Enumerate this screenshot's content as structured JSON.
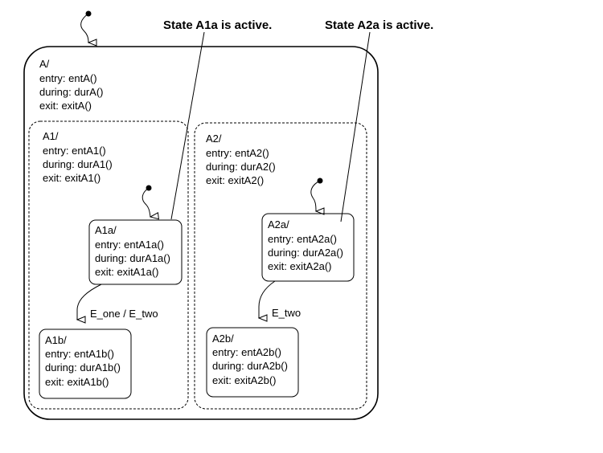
{
  "annotations": {
    "a1a_active": "State A1a is active.",
    "a2a_active": "State A2a is active."
  },
  "states": {
    "A": {
      "name": "A/",
      "entry": "entry: entA()",
      "during": "during: durA()",
      "exit": "exit: exitA()"
    },
    "A1": {
      "name": "A1/",
      "entry": "entry: entA1()",
      "during": "during: durA1()",
      "exit": "exit: exitA1()"
    },
    "A2": {
      "name": "A2/",
      "entry": "entry: entA2()",
      "during": "during: durA2()",
      "exit": "exit: exitA2()"
    },
    "A1a": {
      "name": "A1a/",
      "entry": "entry: entA1a()",
      "during": "during: durA1a()",
      "exit": "exit: exitA1a()"
    },
    "A1b": {
      "name": "A1b/",
      "entry": "entry: entA1b()",
      "during": "during: durA1b()",
      "exit": "exit: exitA1b()"
    },
    "A2a": {
      "name": "A2a/",
      "entry": "entry: entA2a()",
      "during": "during: durA2a()",
      "exit": "exit: exitA2a()"
    },
    "A2b": {
      "name": "A2b/",
      "entry": "entry: entA2b()",
      "during": "during: durA2b()",
      "exit": "exit: exitA2b()"
    }
  },
  "transitions": {
    "a1a_to_a1b": "E_one / E_two",
    "a2a_to_a2b": "E_two"
  }
}
